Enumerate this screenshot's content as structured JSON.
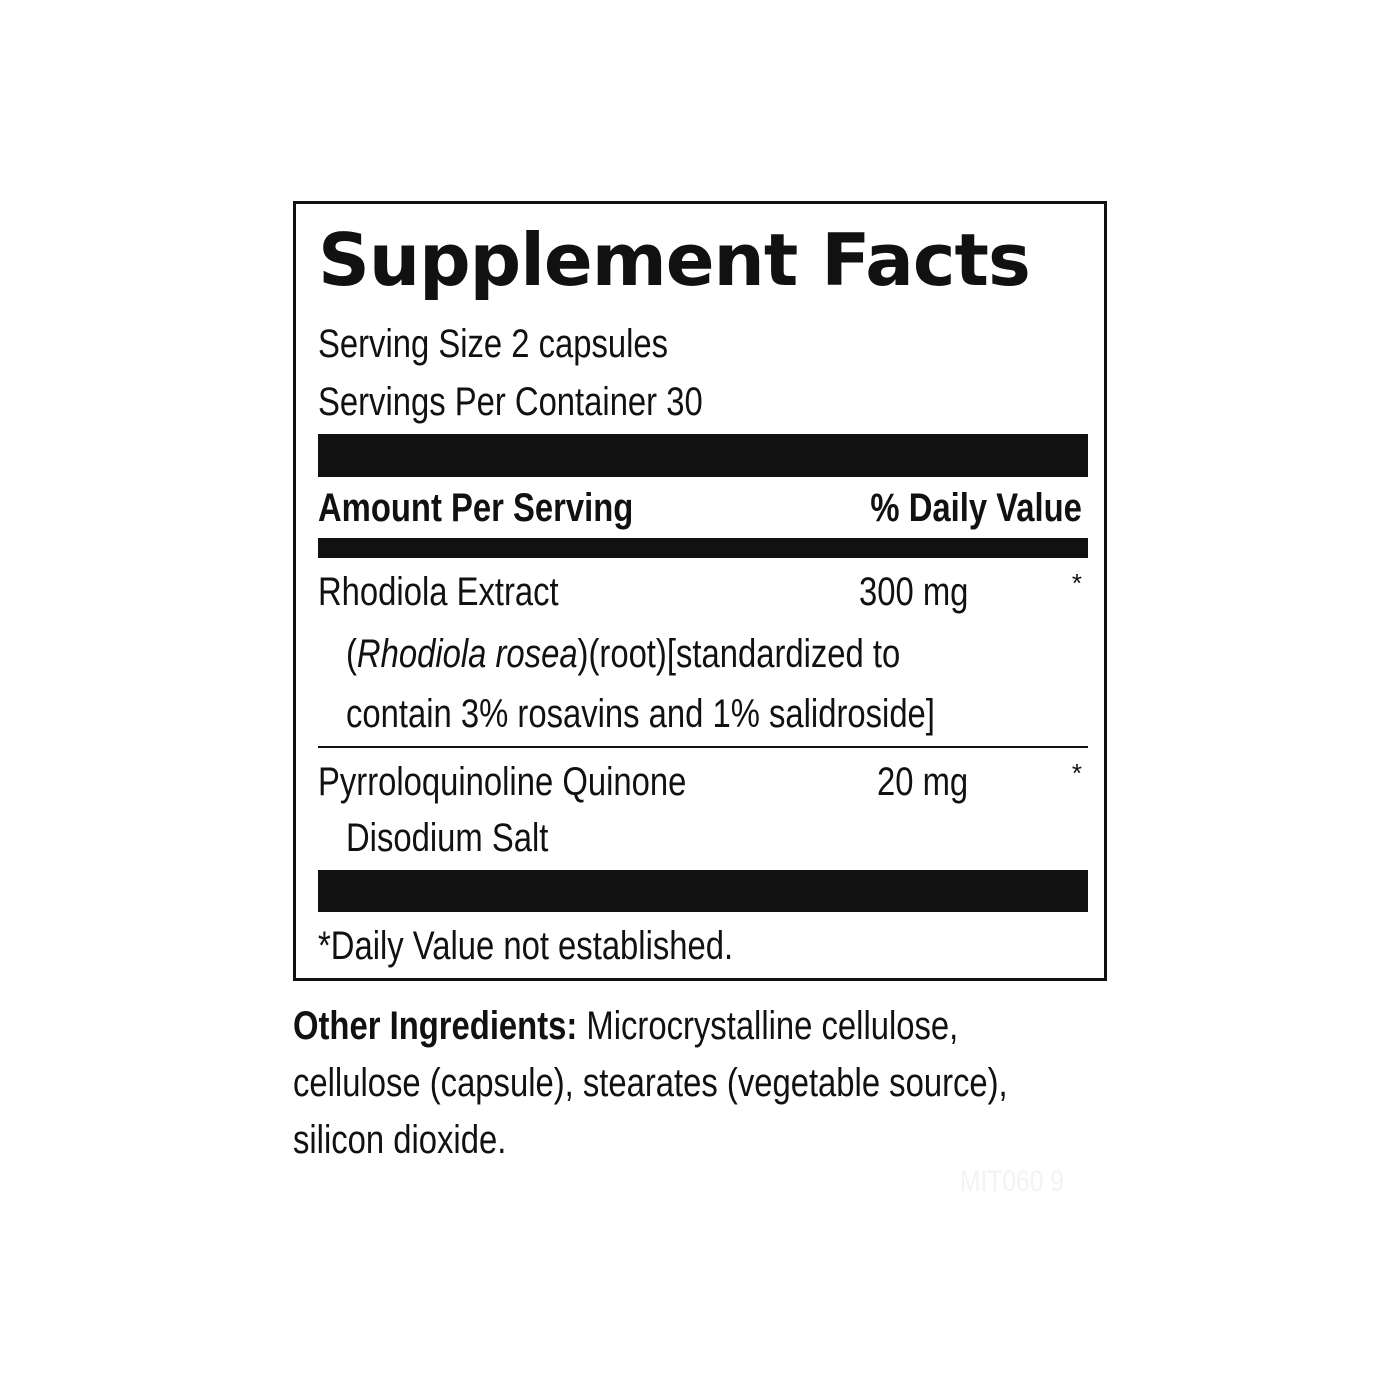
{
  "label": {
    "title": "Supplement Facts",
    "serving_size": "Serving Size 2 capsules",
    "servings_per_container": "Servings Per Container 30",
    "header_amount": "Amount Per Serving",
    "header_daily_value": "% Daily Value",
    "ingredients": [
      {
        "name": "Rhodiola Extract",
        "detail_open": "(",
        "detail_italic": "Rhodiola rosea",
        "detail_rest": ")(root)[standardized to",
        "detail_line2": "contain 3% rosavins and 1% salidroside]",
        "amount": "300 mg",
        "daily_value": "*"
      },
      {
        "name": "Pyrroloquinoline Quinone",
        "name_line2": "Disodium Salt",
        "amount": "20 mg",
        "daily_value": "*"
      }
    ],
    "footnote": "*Daily Value not established."
  },
  "other_ingredients": {
    "label": "Other Ingredients:",
    "line1": " Microcrystalline cellulose,",
    "line2": "cellulose (capsule), stearates (vegetable source),",
    "line3": "silicon dioxide."
  },
  "product_code": "MIT060 9",
  "colors": {
    "ink": "#111111",
    "background": "#ffffff",
    "faint_code": "#f3f3f3"
  }
}
